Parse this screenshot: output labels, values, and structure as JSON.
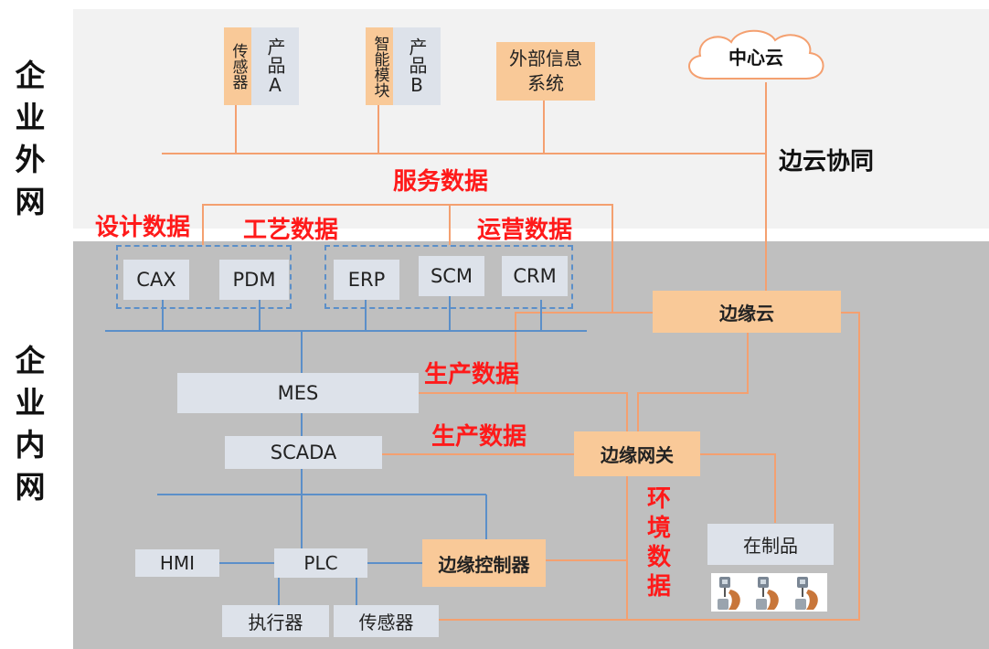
{
  "zones": {
    "external_label": "企业外网",
    "internal_label": "企业内网"
  },
  "external": {
    "product_a": {
      "sensor": "传感器",
      "product": "产品A"
    },
    "product_b": {
      "module": "智能模块",
      "product": "产品B"
    },
    "ext_info": "外部信息系统",
    "central_cloud": "中心云",
    "edge_cloud_collab": "边云协同"
  },
  "data_labels": {
    "service": "服务数据",
    "design": "设计数据",
    "process": "工艺数据",
    "operation": "运营数据",
    "production_1": "生产数据",
    "production_2": "生产数据",
    "environment": "环境数据"
  },
  "systems": {
    "cax": "CAX",
    "pdm": "PDM",
    "erp": "ERP",
    "scm": "SCM",
    "crm": "CRM",
    "mes": "MES",
    "scada": "SCADA",
    "hmi": "HMI",
    "plc": "PLC",
    "actuator": "执行器",
    "sensor": "传感器",
    "wip": "在制品"
  },
  "edge": {
    "cloud": "边缘云",
    "gateway": "边缘网关",
    "controller": "边缘控制器"
  },
  "colors": {
    "orange_box": "#f9c998",
    "gray_box": "#dde2ea",
    "orange_line": "#f4a070",
    "blue_line": "#5b8fc9",
    "red_text": "#ff1a1a"
  }
}
